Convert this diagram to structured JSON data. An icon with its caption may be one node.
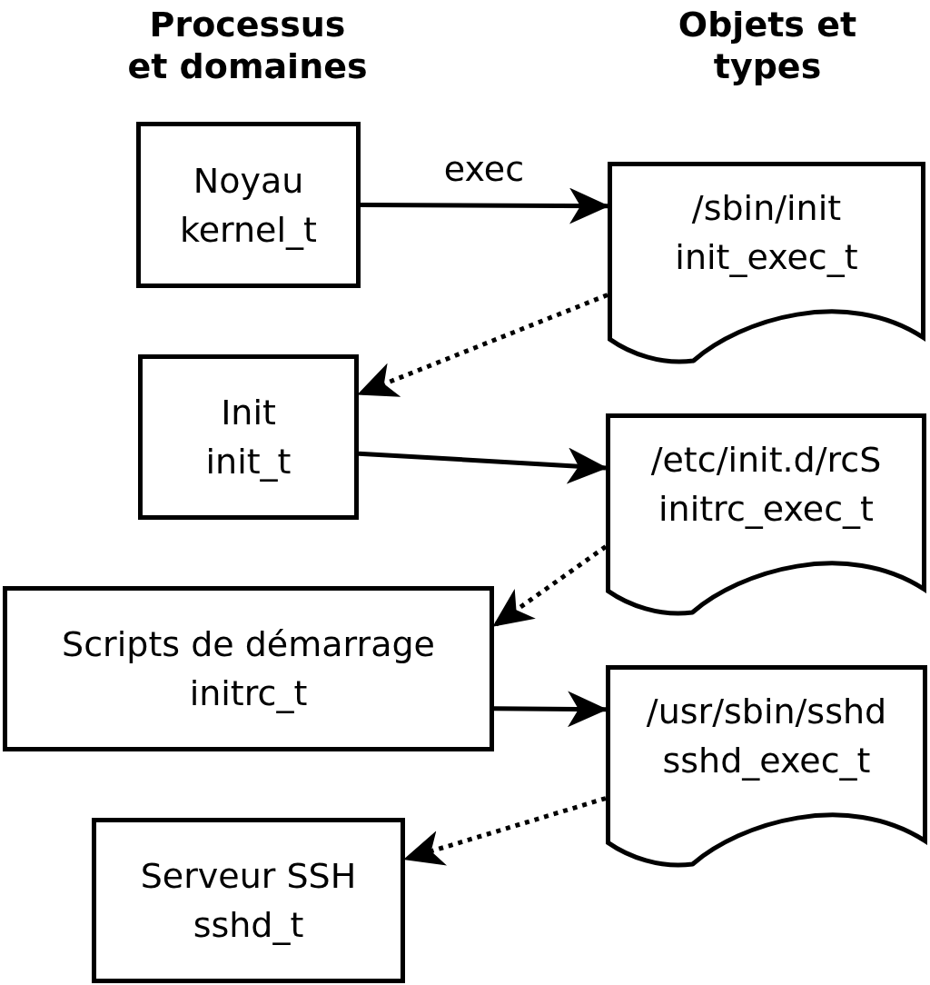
{
  "diagram": {
    "nodes": [
      {
        "text": [
          "Noyau",
          "kernel_t"
        ]
      },
      {
        "text": [
          "/sbin/init",
          "init_exec_t"
        ]
      },
      {
        "text": [
          "Init",
          "init_t"
        ]
      },
      {
        "text": [
          "/etc/init.d/rcS",
          "initrc_exec_t"
        ]
      },
      {
        "text": [
          "Scripts de démarrage",
          "initrc_t"
        ]
      },
      {
        "text": [
          "/usr/sbin/sshd",
          "sshd_exec_t"
        ]
      },
      {
        "text": [
          "Serveur SSH",
          "sshd_t"
        ]
      }
    ],
    "edges": [
      {
        "from": 0,
        "to": 1,
        "arrow": "to",
        "label": "exec"
      },
      {
        "from": 1,
        "to": 2,
        "arrow": "to",
        "style": "dashed"
      },
      {
        "from": 2,
        "to": 3,
        "arrow": "to"
      },
      {
        "from": 3,
        "to": 4,
        "arrow": "to",
        "style": "dashed"
      },
      {
        "from": 4,
        "to": 5,
        "arrow": "to"
      },
      {
        "from": 5,
        "to": 6,
        "arrow": "to",
        "style": "dashed"
      }
    ],
    "labels": [
      "Processus et domaines",
      "Objets et types"
    ]
  }
}
